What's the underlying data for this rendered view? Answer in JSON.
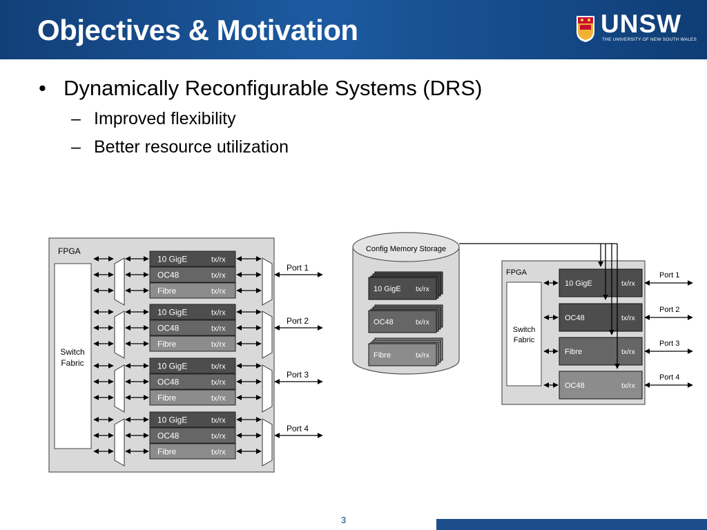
{
  "slide": {
    "title": "Objectives & Motivation",
    "logo_text": "UNSW",
    "logo_subtext": "THE UNIVERSITY OF NEW SOUTH WALES",
    "page_number": "3"
  },
  "bullets": [
    {
      "text": "Dynamically Reconfigurable Systems (DRS)",
      "subs": [
        "Improved flexibility",
        "Better resource utilization"
      ]
    }
  ],
  "diagram_left": {
    "fpga_label": "FPGA",
    "switch_label": [
      "Switch",
      "Fabric"
    ],
    "ports": [
      {
        "port": "Port 1",
        "ifaces": [
          "10 GigE",
          "OC48",
          "Fibre"
        ],
        "txrx": "tx/rx"
      },
      {
        "port": "Port 2",
        "ifaces": [
          "10 GigE",
          "OC48",
          "Fibre"
        ],
        "txrx": "tx/rx"
      },
      {
        "port": "Port 3",
        "ifaces": [
          "10 GigE",
          "OC48",
          "Fibre"
        ],
        "txrx": "tx/rx"
      },
      {
        "port": "Port 4",
        "ifaces": [
          "10 GigE",
          "OC48",
          "Fibre"
        ],
        "txrx": "tx/rx"
      }
    ]
  },
  "diagram_right": {
    "storage_label": "Config Memory Storage",
    "stacks": [
      {
        "label": "10 GigE",
        "txrx": "tx/rx"
      },
      {
        "label": "OC48",
        "txrx": "tx/rx"
      },
      {
        "label": "Fibre",
        "txrx": "tx/rx"
      }
    ],
    "fpga_label": "FPGA",
    "switch_label": [
      "Switch",
      "Fabric"
    ],
    "slots": [
      {
        "label": "10 GigE",
        "txrx": "tx/rx",
        "port": "Port 1"
      },
      {
        "label": "OC48",
        "txrx": "tx/rx",
        "port": "Port 2"
      },
      {
        "label": "Fibre",
        "txrx": "tx/rx",
        "port": "Port 3"
      },
      {
        "label": "OC48",
        "txrx": "tx/rx",
        "port": "Port 4"
      }
    ]
  },
  "colors": {
    "title_bar": "#1c5aa0",
    "fpga_fill": "#d9d9d9",
    "dark_block": "#4d4d4d",
    "mid_block": "#666666",
    "light_block": "#8c8c8c"
  }
}
